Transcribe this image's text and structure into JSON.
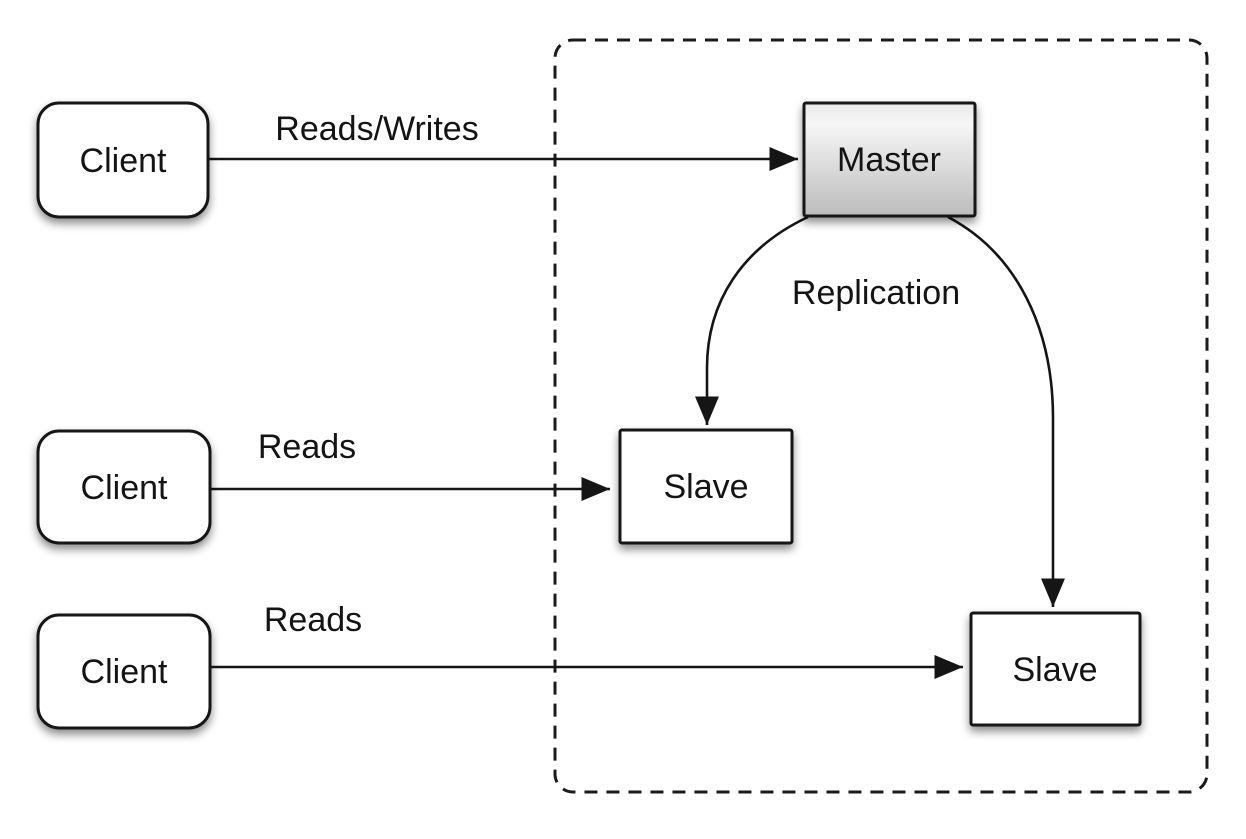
{
  "diagram": {
    "type": "database-replication-topology",
    "nodes": {
      "client1": {
        "label": "Client"
      },
      "client2": {
        "label": "Client"
      },
      "client3": {
        "label": "Client"
      },
      "master": {
        "label": "Master"
      },
      "slave1": {
        "label": "Slave"
      },
      "slave2": {
        "label": "Slave"
      }
    },
    "edges": {
      "client1_to_master": {
        "label": "Reads/Writes"
      },
      "client2_to_slave1": {
        "label": "Reads"
      },
      "client3_to_slave2": {
        "label": "Reads"
      },
      "master_to_slaves": {
        "label": "Replication"
      }
    },
    "colors": {
      "background": "#ffffff",
      "stroke": "#151515",
      "text": "#141414",
      "client_fill": "#ffffff",
      "slave_fill": "#ffffff",
      "master_gradient_top": "#ececec",
      "master_gradient_highlight": "#f7f7f7",
      "master_gradient_bottom": "#bdbdbd"
    }
  }
}
